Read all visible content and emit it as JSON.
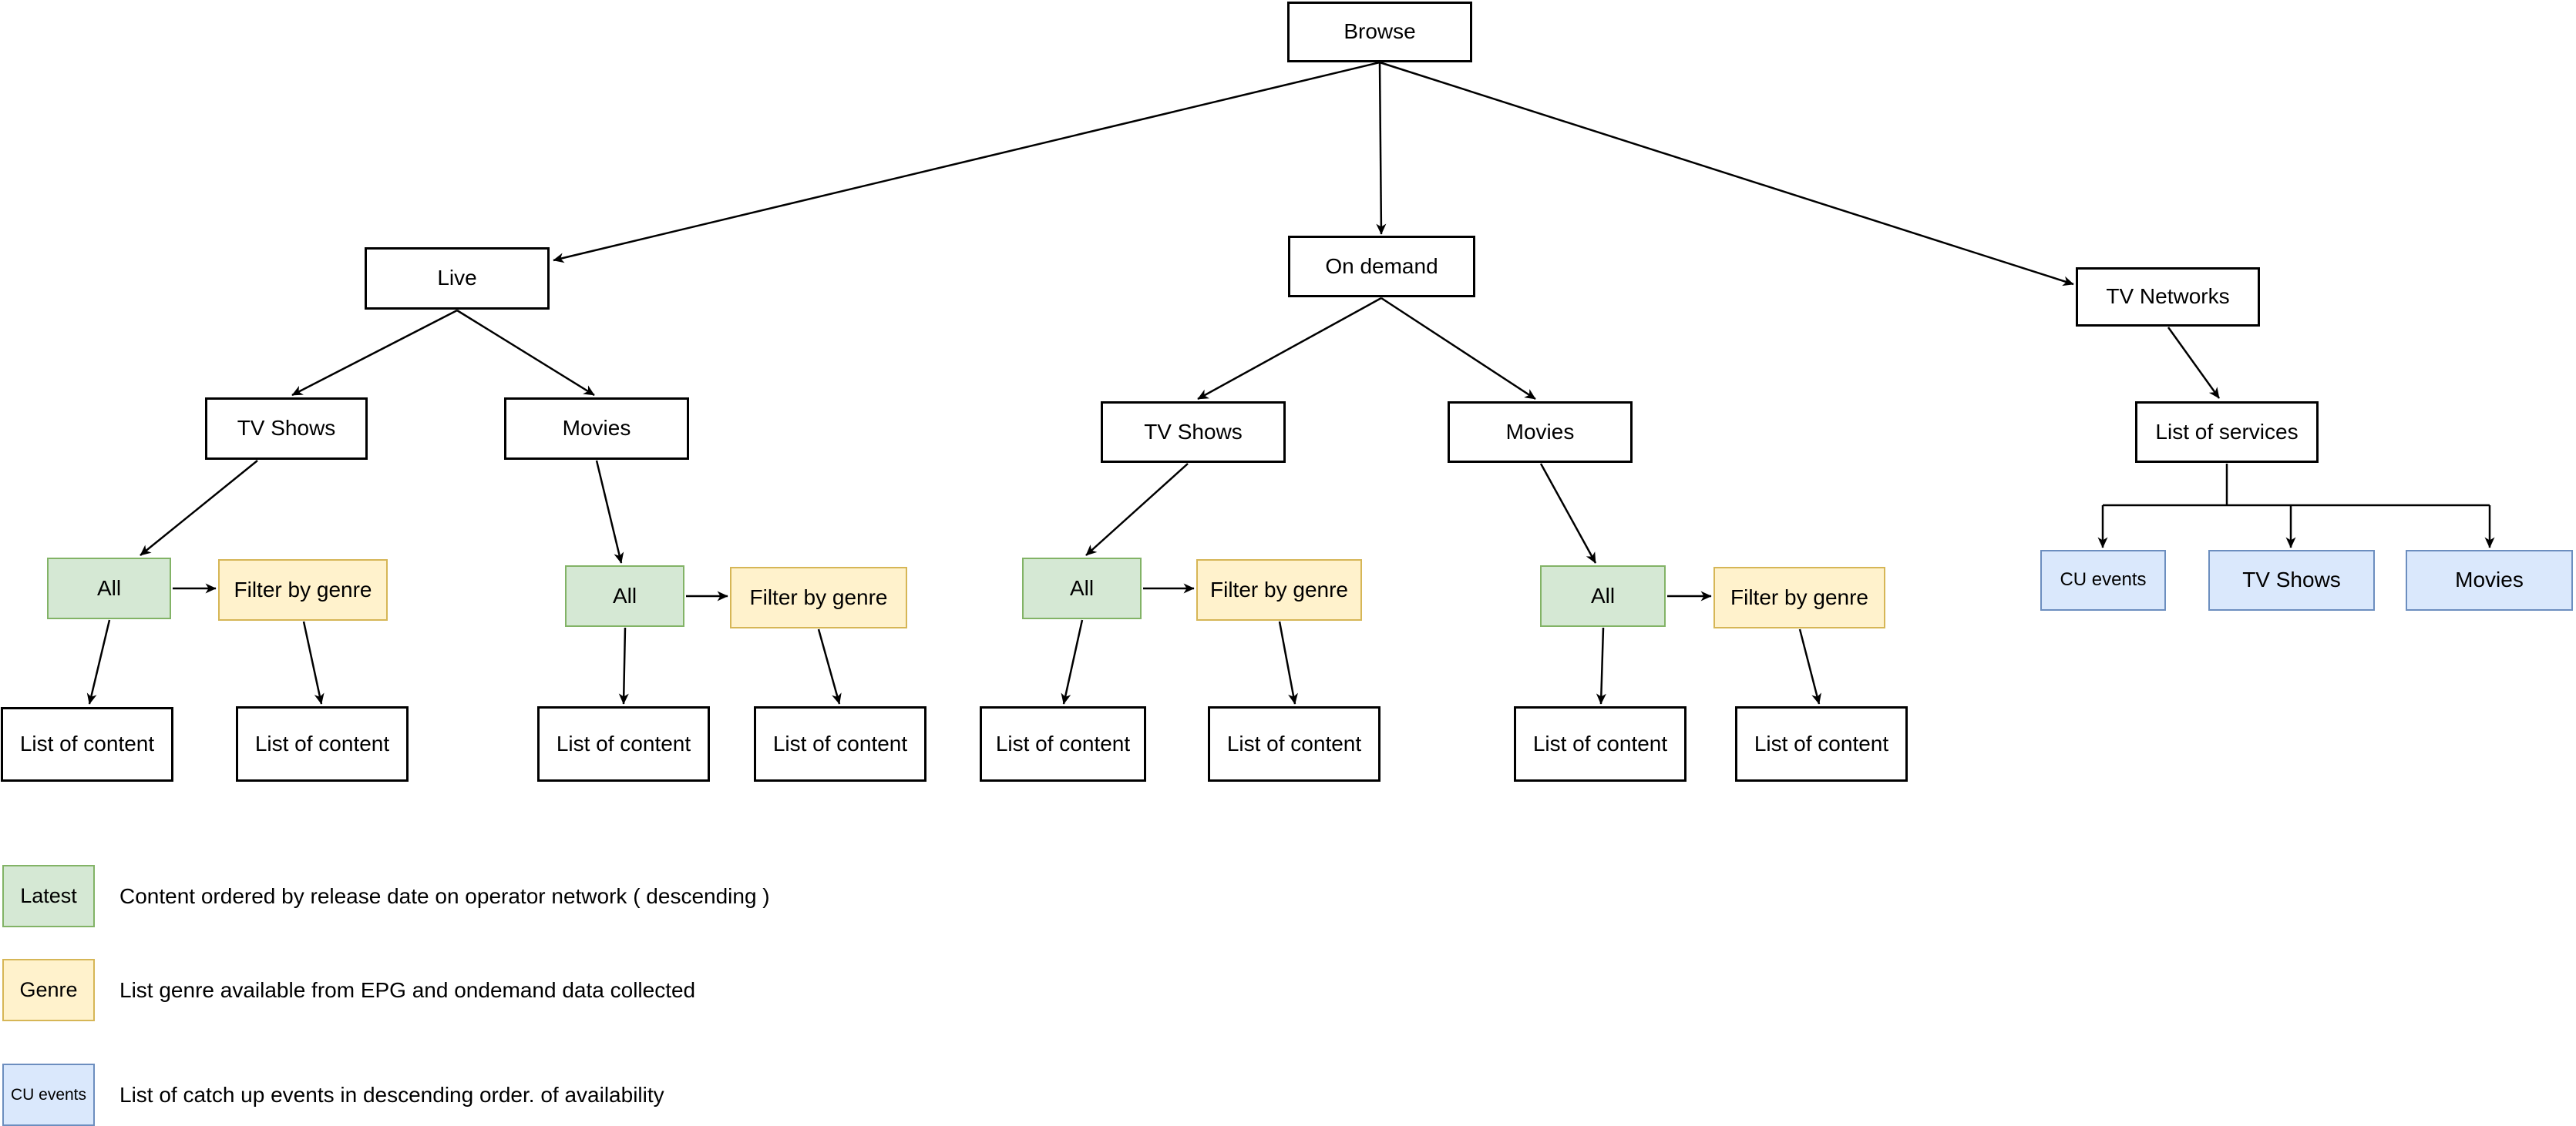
{
  "nodes": {
    "browse": "Browse",
    "live": "Live",
    "on_demand": "On demand",
    "tv_networks": "TV Networks",
    "tv_shows": "TV Shows",
    "movies": "Movies",
    "list_of_services": "List of services",
    "all": "All",
    "filter_by_genre": "Filter by genre",
    "list_of_content": "List of content",
    "cu_events": "CU events"
  },
  "legend": {
    "items": [
      {
        "label": "Latest",
        "color": "green",
        "description": "Content ordered by release date on operator network ( descending )"
      },
      {
        "label": "Genre",
        "color": "yellow",
        "description": "List genre available from EPG and ondemand data collected"
      },
      {
        "label": "CU events",
        "color": "blue",
        "description": "List of catch up events in descending order. of availability"
      }
    ]
  },
  "colors": {
    "background": "#ffffff",
    "text": "#000000",
    "edge": "#000000",
    "box_fill": "#ffffff",
    "box_stroke": "#000000",
    "green_fill": "#d5e8d4",
    "green_stroke": "#82b366",
    "yellow_fill": "#fff2cc",
    "yellow_stroke": "#d6b656",
    "blue_fill": "#dae8fc",
    "blue_stroke": "#6c8ebf"
  }
}
